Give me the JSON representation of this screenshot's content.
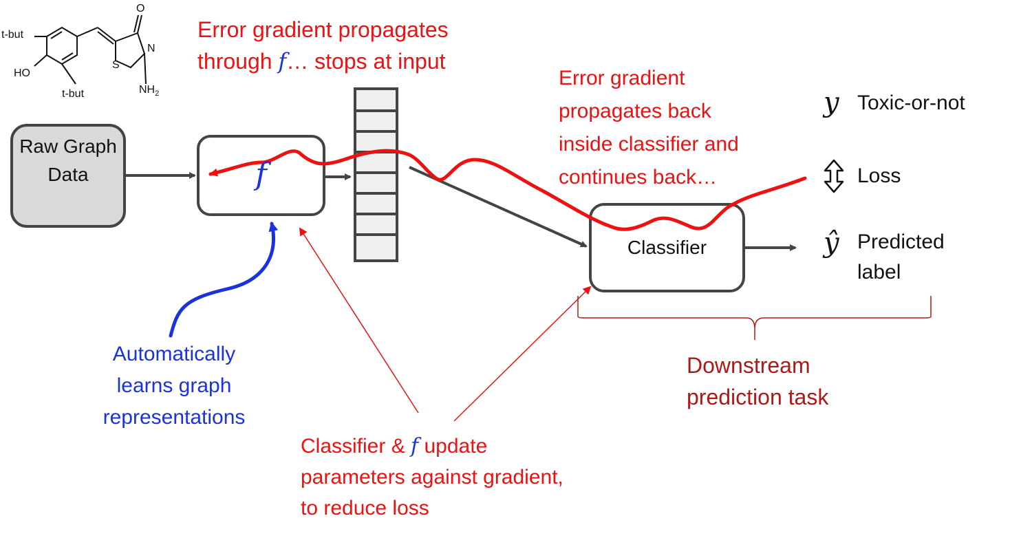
{
  "molecule": {
    "substituent_top": "t-but",
    "substituent_bottom": "t-but",
    "hydroxyl": "HO",
    "amine": "NH",
    "amine_subscript": "2",
    "oxygen": "O",
    "nitrogen": "N",
    "sulfur": "S"
  },
  "boxes": {
    "raw_graph_data": "Raw Graph Data",
    "f_symbol": "f",
    "classifier": "Classifier"
  },
  "annotations": {
    "top_line1": "Error gradient propagates",
    "top_line2_pre": "through ",
    "top_line2_f": "f",
    "top_line2_post": "… stops at input",
    "right_line1": "Error gradient",
    "right_line2": "propagates back",
    "right_line3": "inside classifier and",
    "right_line4": "continues back…",
    "blue_line1": "Automatically",
    "blue_line2": "learns graph",
    "blue_line3": "representations",
    "bottom_line1_pre": "Classifier & ",
    "bottom_line1_f": "f",
    "bottom_line1_post": " update",
    "bottom_line2": "parameters against gradient,",
    "bottom_line3": "to reduce loss",
    "downstream_line1": "Downstream",
    "downstream_line2": "prediction task"
  },
  "outputs": {
    "y_symbol": "y",
    "y_label": "Toxic-or-not",
    "loss_label": "Loss",
    "yhat_symbol": "ŷ",
    "yhat_line1": "Predicted",
    "yhat_line2": "label"
  },
  "colors": {
    "gradient_red": "#ee1111",
    "annotation_blue": "#1a33dd",
    "downstream_darkred": "#b01818",
    "box_stroke": "#444444",
    "raw_box_fill": "#d9d9d9"
  }
}
